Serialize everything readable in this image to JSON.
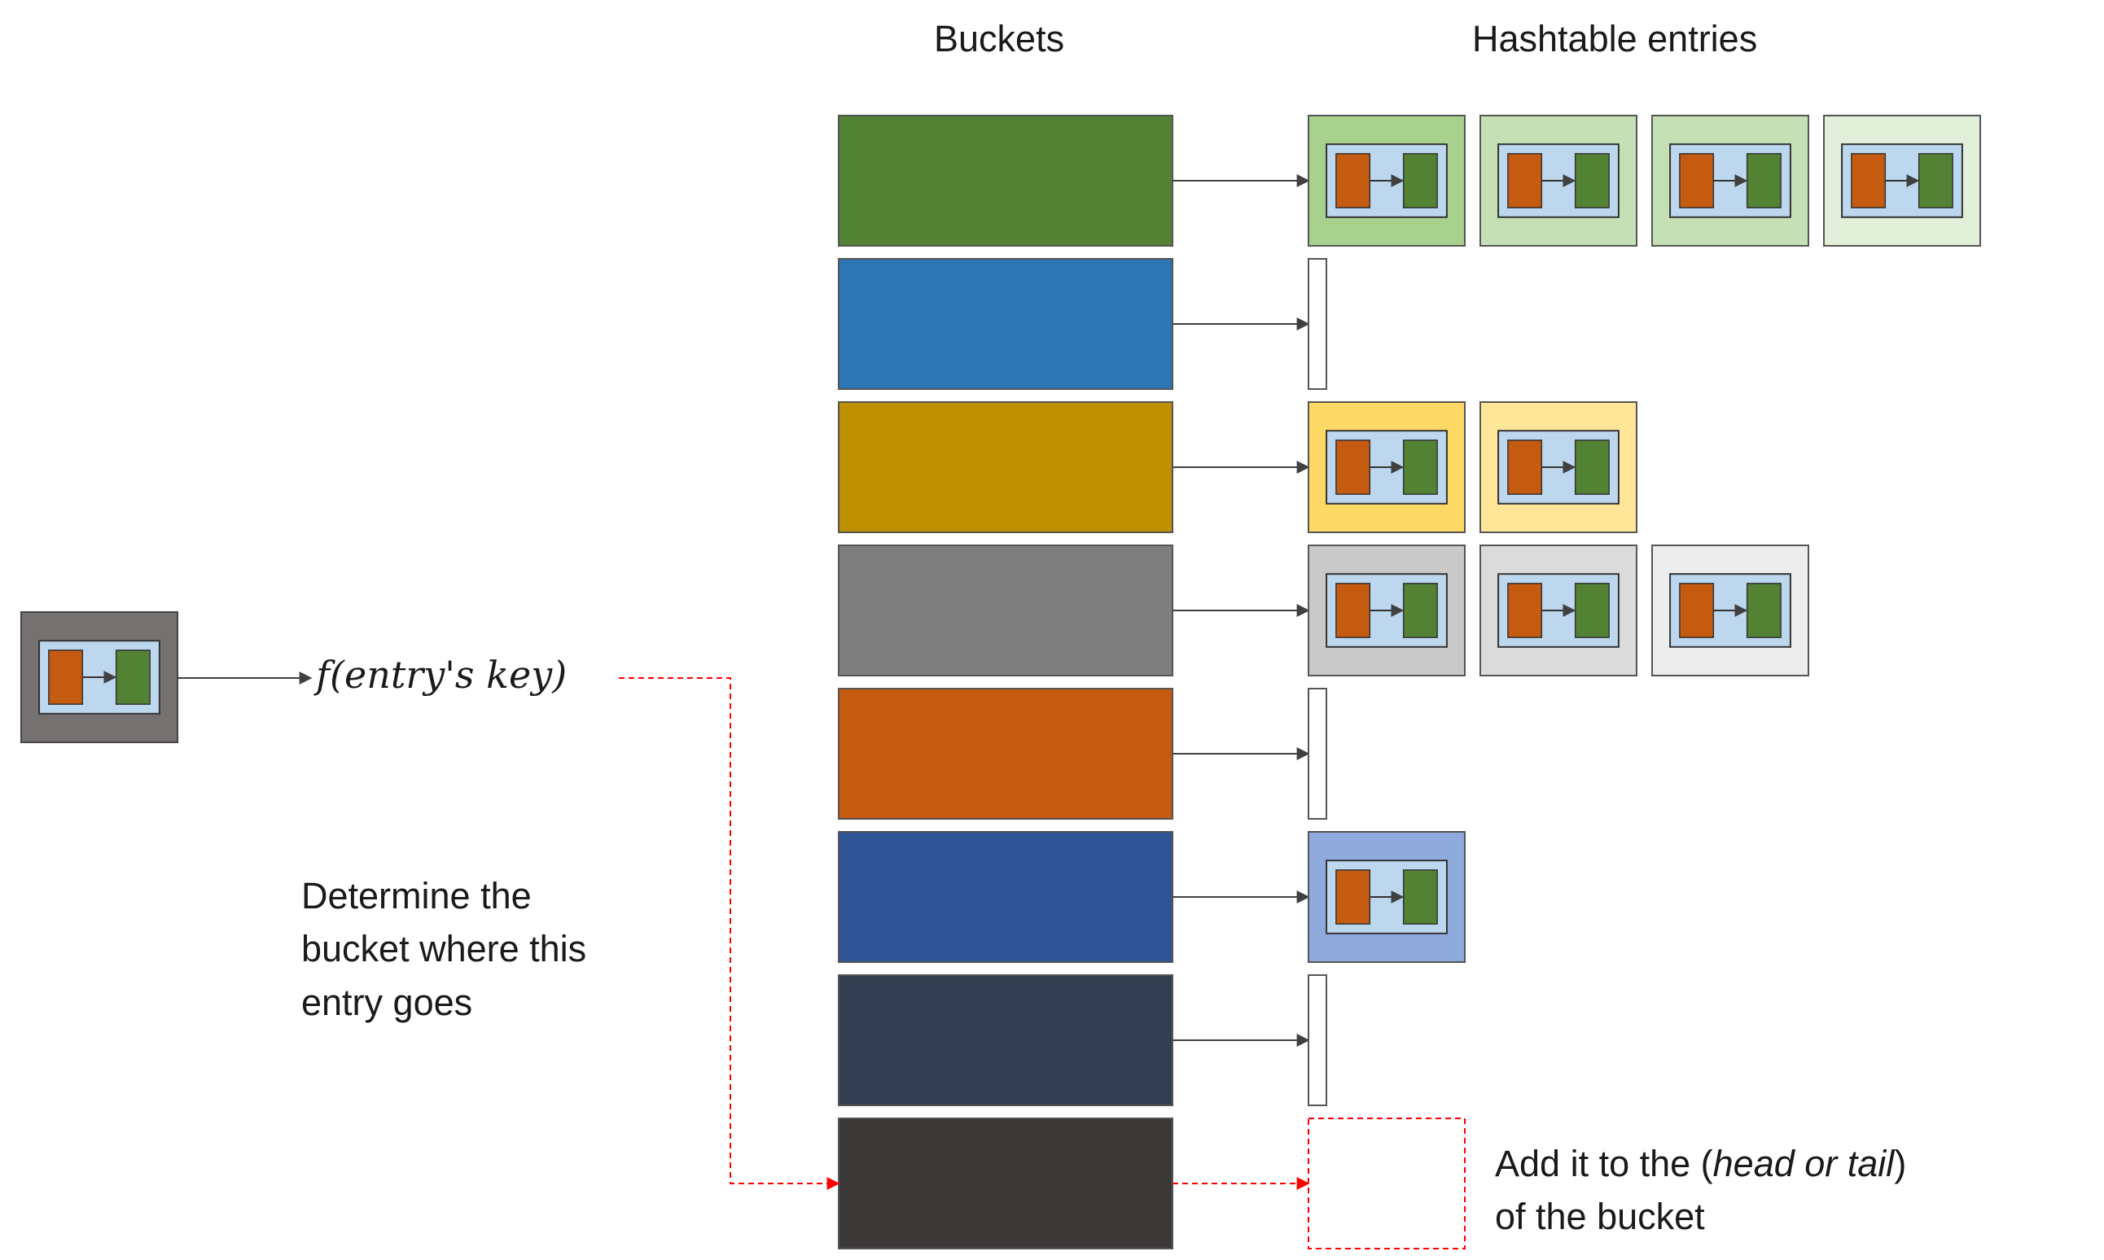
{
  "headers": {
    "buckets": "Buckets",
    "entries": "Hashtable entries"
  },
  "hash_function": "f(entry's key)",
  "captions": {
    "determine": [
      "Determine the",
      "bucket where this",
      "entry goes"
    ],
    "add_prefix": "Add it to the (",
    "add_emphasis": "head or tail",
    "add_suffix": ")",
    "add_line2": "of the bucket"
  },
  "colors": {
    "entry_key": "#c55a11",
    "entry_value": "#548235",
    "entry_inner": "#bdd7ee",
    "connector": "#404040",
    "insert_path": "#ff0000",
    "input_entry_frame": "#767171"
  },
  "buckets": [
    {
      "color": "#548235",
      "entries": [
        "#a9d18e",
        "#c5e0b4",
        "#c5e0b4",
        "#e2f0d9"
      ]
    },
    {
      "color": "#2e75b6",
      "entries": []
    },
    {
      "color": "#bf9000",
      "entries": [
        "#ffd966",
        "#ffe699"
      ]
    },
    {
      "color": "#7f7f7f",
      "entries": [
        "#c9c9c9",
        "#dbdbdb",
        "#ededed"
      ]
    },
    {
      "color": "#c55a11",
      "entries": []
    },
    {
      "color": "#2f5597",
      "entries": [
        "#8faadc"
      ]
    },
    {
      "color": "#333f50",
      "entries": []
    },
    {
      "color": "#3b3838",
      "entries": [],
      "target": true
    }
  ]
}
